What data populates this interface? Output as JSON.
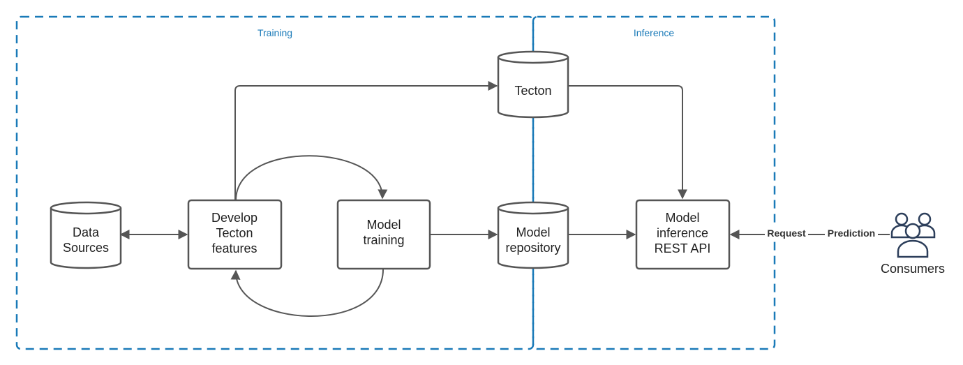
{
  "regions": {
    "training": "Training",
    "inference": "Inference"
  },
  "nodes": {
    "data_sources": [
      "Data",
      "Sources"
    ],
    "develop_features": [
      "Develop",
      "Tecton",
      "features"
    ],
    "model_training": [
      "Model",
      "training"
    ],
    "tecton": [
      "Tecton"
    ],
    "model_repository": [
      "Model",
      "repository"
    ],
    "model_inference": [
      "Model",
      "inference",
      "REST API"
    ]
  },
  "edges": {
    "request": "Request",
    "prediction": "Prediction"
  },
  "consumers": {
    "label": "Consumers",
    "icon": "users-icon"
  },
  "colors": {
    "region_border": "#1a7ab8",
    "stroke": "#555555",
    "person_icon": "#2c3e5a"
  }
}
